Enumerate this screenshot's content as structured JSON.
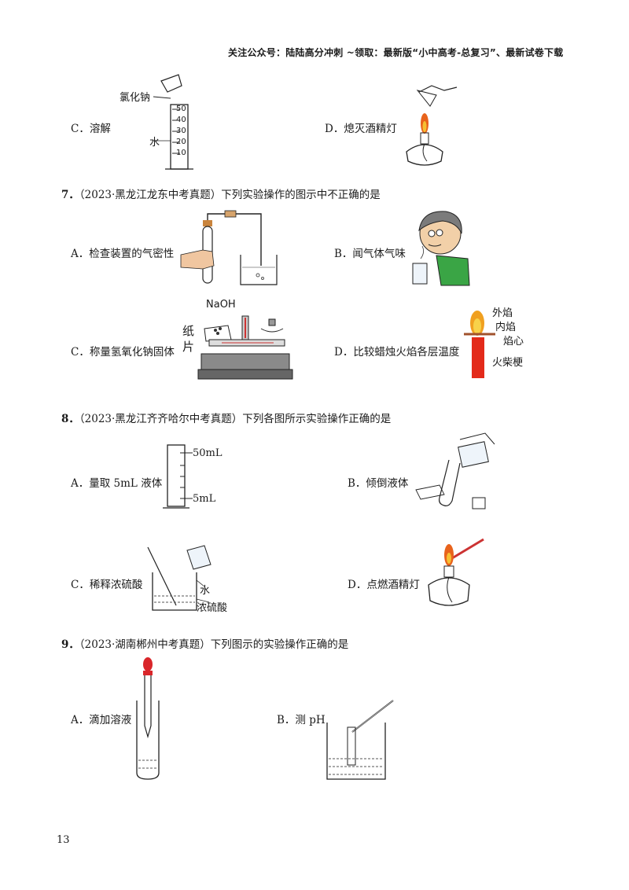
{
  "header": {
    "text": "关注公众号：陆陆高分冲刺 ~领取：最新版“小中高考-总复习”、最新试卷下载"
  },
  "top_options": [
    {
      "letter": "C．",
      "text": "溶解",
      "labels": {
        "salt": "氯化钠",
        "water": "水"
      },
      "scale": [
        "50",
        "40",
        "30",
        "20",
        "10"
      ]
    },
    {
      "letter": "D．",
      "text": "熄灭酒精灯"
    }
  ],
  "questions": [
    {
      "number": "7．",
      "stem": "（2023·黑龙江龙东中考真题）下列实验操作的图示中不正确的是",
      "options": [
        {
          "letter": "A．",
          "text": "检查装置的气密性"
        },
        {
          "letter": "B．",
          "text": "闻气体气味"
        },
        {
          "letter": "C．",
          "text": "称量氢氧化钠固体",
          "labels": {
            "naoh": "NaOH",
            "paper1": "纸",
            "paper2": "片"
          }
        },
        {
          "letter": "D．",
          "text": "比较蜡烛火焰各层温度",
          "labels": {
            "outer": "外焰",
            "inner": "内焰",
            "core": "焰心",
            "match": "火柴梗"
          }
        }
      ]
    },
    {
      "number": "8．",
      "stem": "（2023·黑龙江齐齐哈尔中考真题）下列各图所示实验操作正确的是",
      "options": [
        {
          "letter": "A．",
          "text": "量取 5mL 液体",
          "labels": {
            "top": "50mL",
            "bottom": "5mL"
          }
        },
        {
          "letter": "B．",
          "text": "倾倒液体"
        },
        {
          "letter": "C．",
          "text": "稀释浓硫酸",
          "labels": {
            "water": "水",
            "acid": "浓硫酸"
          }
        },
        {
          "letter": "D．",
          "text": "点燃酒精灯"
        }
      ]
    },
    {
      "number": "9．",
      "stem": "（2023·湖南郴州中考真题）下列图示的实验操作正确的是",
      "options": [
        {
          "letter": "A．",
          "text": "滴加溶液"
        },
        {
          "letter": "B．",
          "text": "测 pH"
        }
      ]
    }
  ],
  "footer": {
    "page_number": "13"
  }
}
